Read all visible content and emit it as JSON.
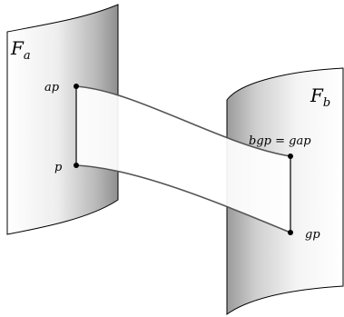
{
  "labels": {
    "sheet_a": "F",
    "sheet_a_sub": "a",
    "sheet_b": "F",
    "sheet_b_sub": "b",
    "point_ap": "ap",
    "point_p": "p",
    "point_bgp": "bgp = gap",
    "point_gp": "gp"
  },
  "colors": {
    "stroke": "#000000",
    "curve": "#555555"
  }
}
